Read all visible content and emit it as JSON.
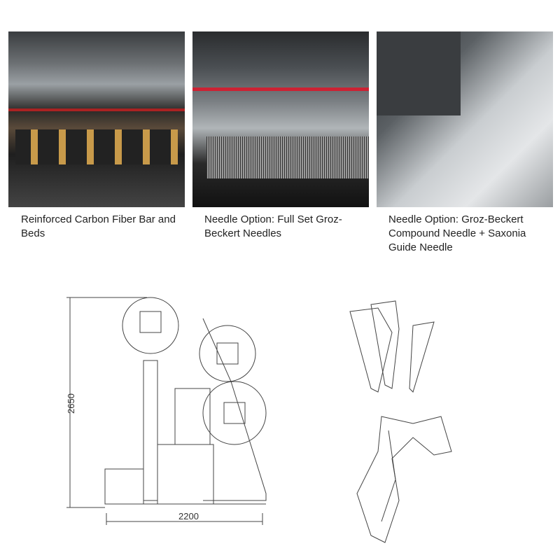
{
  "photos": [
    {
      "caption": "Reinforced Carbon Fiber Bar and Beds"
    },
    {
      "caption": "Needle Option: Full Set Groz-Beckert Needles"
    },
    {
      "caption": "Needle Option: Groz-Beckert Compound Needle + Saxonia Guide Needle"
    }
  ],
  "drawing": {
    "height_label": "2650",
    "width_label": "2200"
  }
}
